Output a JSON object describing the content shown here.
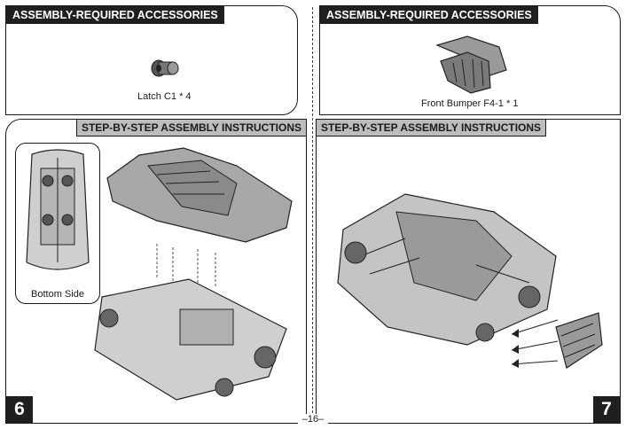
{
  "accessories": [
    {
      "title": "ASSEMBLY-REQUIRED ACCESSORIES",
      "caption": "Latch C1 * 4",
      "icon": "latch-icon"
    },
    {
      "title": "ASSEMBLY-REQUIRED ACCESSORIES",
      "caption": "Front Bumper F4-1 * 1",
      "icon": "bumper-icon"
    }
  ],
  "steps": [
    {
      "title": "STEP-BY-STEP ASSEMBLY INSTRUCTIONS",
      "number": "6",
      "inset_label": "Bottom Side"
    },
    {
      "title": "STEP-BY-STEP ASSEMBLY INSTRUCTIONS",
      "number": "7"
    }
  ],
  "page_number": "–16–",
  "colors": {
    "title_bg": "#1f1f1f",
    "step_title_bg": "#bdbdbd",
    "part_fill": "#8a8a8a",
    "body_fill": "#cfcfcf"
  }
}
